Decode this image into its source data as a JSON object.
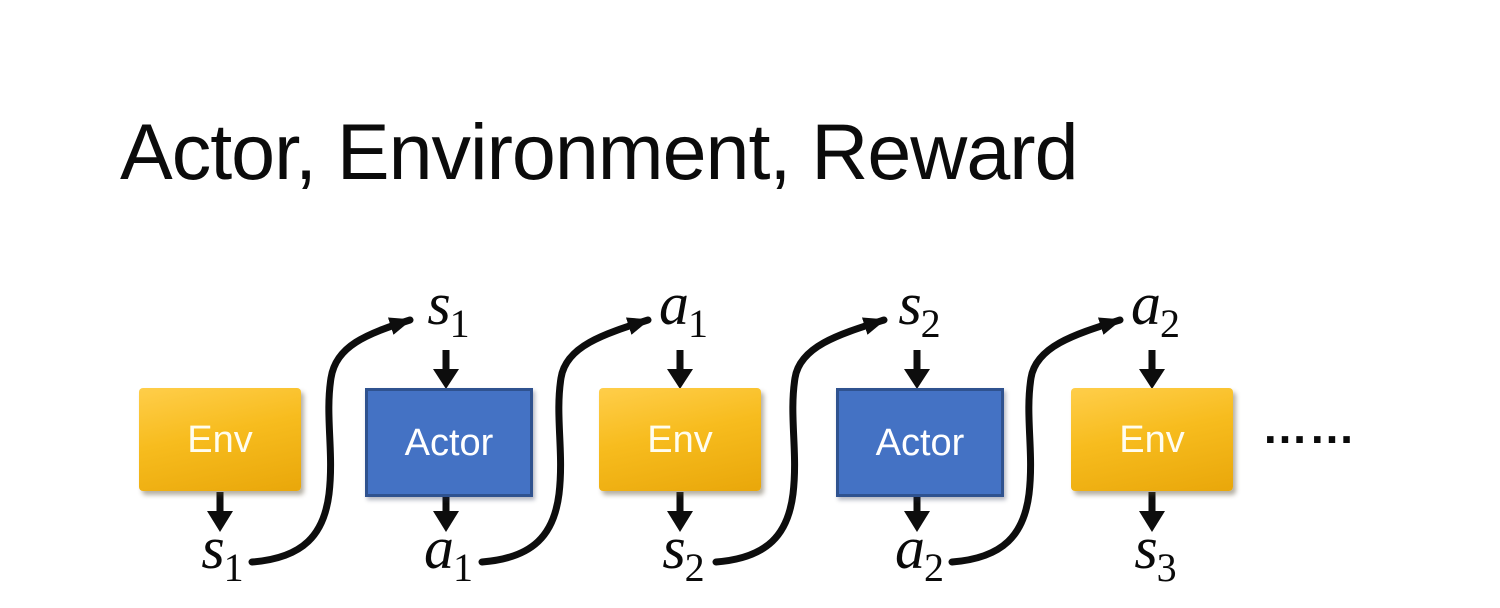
{
  "title": "Actor, Environment, Reward",
  "diagram": {
    "boxes": [
      {
        "label": "Env",
        "type": "env"
      },
      {
        "label": "Actor",
        "type": "actor"
      },
      {
        "label": "Env",
        "type": "env"
      },
      {
        "label": "Actor",
        "type": "actor"
      },
      {
        "label": "Env",
        "type": "env"
      }
    ],
    "top_labels": [
      {
        "base": "s",
        "sub": "1"
      },
      {
        "base": "a",
        "sub": "1"
      },
      {
        "base": "s",
        "sub": "2"
      },
      {
        "base": "a",
        "sub": "2"
      }
    ],
    "bottom_labels": [
      {
        "base": "s",
        "sub": "1"
      },
      {
        "base": "a",
        "sub": "1"
      },
      {
        "base": "s",
        "sub": "2"
      },
      {
        "base": "a",
        "sub": "2"
      },
      {
        "base": "s",
        "sub": "3"
      }
    ],
    "ellipsis": "……",
    "connections": [
      {
        "from": "s1",
        "to": "s1"
      },
      {
        "from": "a1",
        "to": "a1"
      },
      {
        "from": "s2",
        "to": "s2"
      },
      {
        "from": "a2",
        "to": "a2"
      }
    ],
    "colors": {
      "env_top": "#FFCE4A",
      "env_bottom": "#E9A70A",
      "actor_fill": "#4472C4",
      "actor_border": "#2F528F",
      "arrow": "#0d0d0d"
    }
  }
}
